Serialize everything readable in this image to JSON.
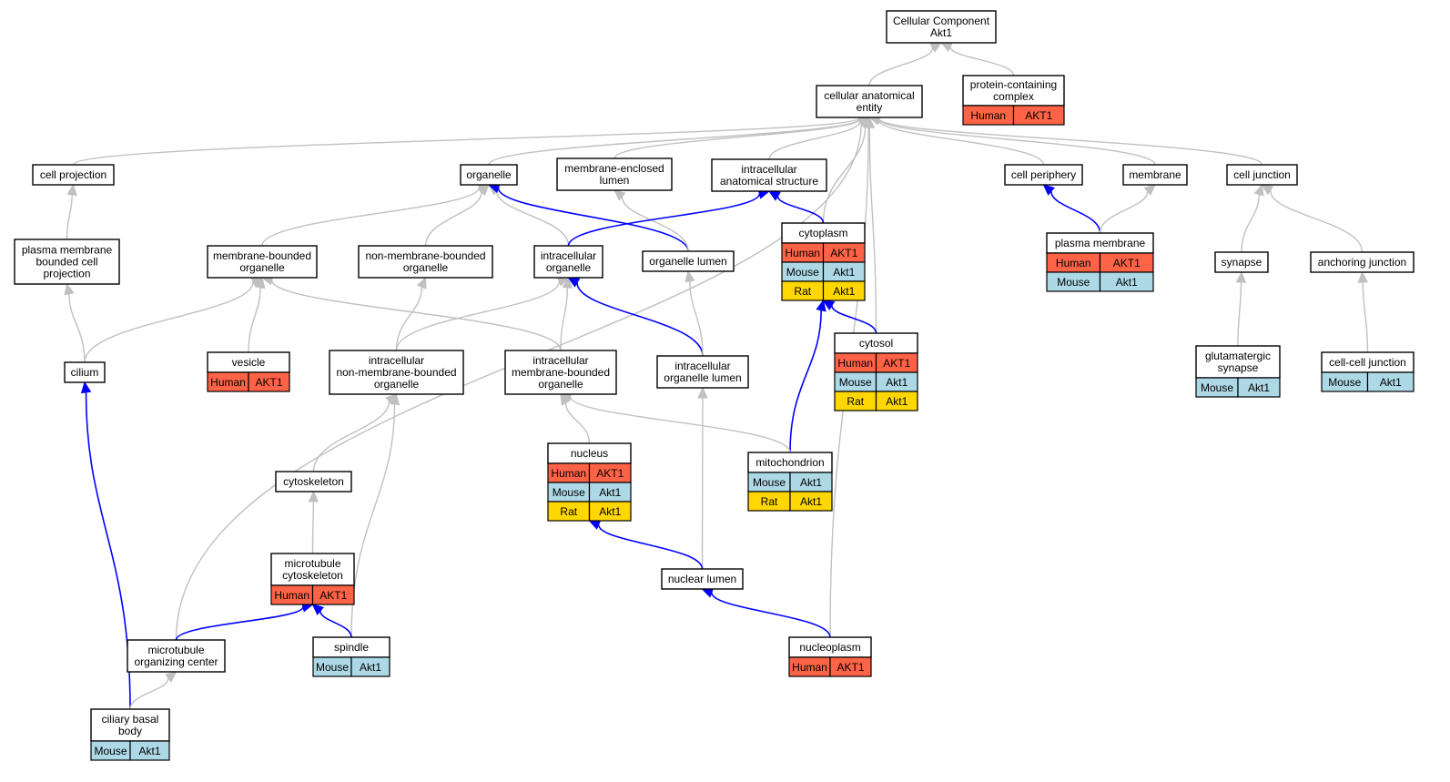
{
  "colors": {
    "Human": "#ff6347",
    "Mouse": "#add8e6",
    "Rat": "#ffd700",
    "edge_is_a": "#c0c0c0",
    "edge_part_of": "#0000ff"
  },
  "nodes": [
    {
      "id": "root",
      "lines": [
        "Cellular Component",
        "Akt1"
      ]
    },
    {
      "id": "pcc",
      "lines": [
        "protein-containing",
        "complex"
      ],
      "annotations": [
        [
          "Human",
          "AKT1"
        ]
      ]
    },
    {
      "id": "cae",
      "lines": [
        "cellular anatomical",
        "entity"
      ]
    },
    {
      "id": "cellproj",
      "lines": [
        "cell projection"
      ]
    },
    {
      "id": "organelle",
      "lines": [
        "organelle"
      ]
    },
    {
      "id": "menc_lumen",
      "lines": [
        "membrane-enclosed",
        "lumen"
      ]
    },
    {
      "id": "ias",
      "lines": [
        "intracellular",
        "anatomical structure"
      ]
    },
    {
      "id": "cellperiph",
      "lines": [
        "cell periphery"
      ]
    },
    {
      "id": "membrane",
      "lines": [
        "membrane"
      ]
    },
    {
      "id": "celljunc",
      "lines": [
        "cell junction"
      ]
    },
    {
      "id": "pmbcp",
      "lines": [
        "plasma membrane",
        "bounded cell",
        "projection"
      ]
    },
    {
      "id": "mbo",
      "lines": [
        "membrane-bounded",
        "organelle"
      ]
    },
    {
      "id": "nmbo",
      "lines": [
        "non-membrane-bounded",
        "organelle"
      ]
    },
    {
      "id": "io",
      "lines": [
        "intracellular",
        "organelle"
      ]
    },
    {
      "id": "olumen",
      "lines": [
        "organelle lumen"
      ]
    },
    {
      "id": "cytoplasm",
      "lines": [
        "cytoplasm"
      ],
      "annotations": [
        [
          "Human",
          "AKT1"
        ],
        [
          "Mouse",
          "Akt1"
        ],
        [
          "Rat",
          "Akt1"
        ]
      ]
    },
    {
      "id": "pm",
      "lines": [
        "plasma membrane"
      ],
      "annotations": [
        [
          "Human",
          "AKT1"
        ],
        [
          "Mouse",
          "Akt1"
        ]
      ]
    },
    {
      "id": "synapse",
      "lines": [
        "synapse"
      ]
    },
    {
      "id": "anchjunc",
      "lines": [
        "anchoring junction"
      ]
    },
    {
      "id": "cilium",
      "lines": [
        "cilium"
      ]
    },
    {
      "id": "vesicle",
      "lines": [
        "vesicle"
      ],
      "annotations": [
        [
          "Human",
          "AKT1"
        ]
      ]
    },
    {
      "id": "inmbo",
      "lines": [
        "intracellular",
        "non-membrane-bounded",
        "organelle"
      ]
    },
    {
      "id": "imbo",
      "lines": [
        "intracellular",
        "membrane-bounded",
        "organelle"
      ]
    },
    {
      "id": "iolumen",
      "lines": [
        "intracellular",
        "organelle lumen"
      ]
    },
    {
      "id": "cytosol",
      "lines": [
        "cytosol"
      ],
      "annotations": [
        [
          "Human",
          "AKT1"
        ],
        [
          "Mouse",
          "Akt1"
        ],
        [
          "Rat",
          "Akt1"
        ]
      ]
    },
    {
      "id": "glusyn",
      "lines": [
        "glutamatergic",
        "synapse"
      ],
      "annotations": [
        [
          "Mouse",
          "Akt1"
        ]
      ]
    },
    {
      "id": "ccjunc",
      "lines": [
        "cell-cell junction"
      ],
      "annotations": [
        [
          "Mouse",
          "Akt1"
        ]
      ]
    },
    {
      "id": "nucleus",
      "lines": [
        "nucleus"
      ],
      "annotations": [
        [
          "Human",
          "AKT1"
        ],
        [
          "Mouse",
          "Akt1"
        ],
        [
          "Rat",
          "Akt1"
        ]
      ]
    },
    {
      "id": "mito",
      "lines": [
        "mitochondrion"
      ],
      "annotations": [
        [
          "Mouse",
          "Akt1"
        ],
        [
          "Rat",
          "Akt1"
        ]
      ]
    },
    {
      "id": "cytoskel",
      "lines": [
        "cytoskeleton"
      ]
    },
    {
      "id": "mtcyto",
      "lines": [
        "microtubule",
        "cytoskeleton"
      ],
      "annotations": [
        [
          "Human",
          "AKT1"
        ]
      ]
    },
    {
      "id": "nlumen",
      "lines": [
        "nuclear lumen"
      ]
    },
    {
      "id": "spindle",
      "lines": [
        "spindle"
      ],
      "annotations": [
        [
          "Mouse",
          "Akt1"
        ]
      ]
    },
    {
      "id": "mtoc",
      "lines": [
        "microtubule",
        "organizing center"
      ]
    },
    {
      "id": "nucleoplasm",
      "lines": [
        "nucleoplasm"
      ],
      "annotations": [
        [
          "Human",
          "AKT1"
        ]
      ]
    },
    {
      "id": "cbb",
      "lines": [
        "ciliary basal",
        "body"
      ],
      "annotations": [
        [
          "Mouse",
          "Akt1"
        ]
      ]
    }
  ],
  "edges": [
    {
      "from": "pcc",
      "to": "root",
      "type": "is_a"
    },
    {
      "from": "cae",
      "to": "root",
      "type": "is_a"
    },
    {
      "from": "cellproj",
      "to": "cae",
      "type": "is_a"
    },
    {
      "from": "organelle",
      "to": "cae",
      "type": "is_a"
    },
    {
      "from": "menc_lumen",
      "to": "cae",
      "type": "is_a"
    },
    {
      "from": "ias",
      "to": "cae",
      "type": "is_a"
    },
    {
      "from": "cellperiph",
      "to": "cae",
      "type": "is_a"
    },
    {
      "from": "membrane",
      "to": "cae",
      "type": "is_a"
    },
    {
      "from": "celljunc",
      "to": "cae",
      "type": "is_a"
    },
    {
      "from": "cytoplasm",
      "to": "cae",
      "type": "is_a"
    },
    {
      "from": "cytosol",
      "to": "cae",
      "type": "is_a"
    },
    {
      "from": "nucleoplasm",
      "to": "cae",
      "type": "is_a"
    },
    {
      "from": "mtoc",
      "to": "cae",
      "type": "is_a"
    },
    {
      "from": "pmbcp",
      "to": "cellproj",
      "type": "is_a"
    },
    {
      "from": "mbo",
      "to": "organelle",
      "type": "is_a"
    },
    {
      "from": "nmbo",
      "to": "organelle",
      "type": "is_a"
    },
    {
      "from": "io",
      "to": "organelle",
      "type": "is_a"
    },
    {
      "from": "olumen",
      "to": "organelle",
      "type": "part_of"
    },
    {
      "from": "olumen",
      "to": "menc_lumen",
      "type": "is_a"
    },
    {
      "from": "io",
      "to": "ias",
      "type": "part_of"
    },
    {
      "from": "cytoplasm",
      "to": "ias",
      "type": "part_of"
    },
    {
      "from": "pm",
      "to": "cellperiph",
      "type": "part_of"
    },
    {
      "from": "pm",
      "to": "membrane",
      "type": "is_a"
    },
    {
      "from": "synapse",
      "to": "celljunc",
      "type": "is_a"
    },
    {
      "from": "anchjunc",
      "to": "celljunc",
      "type": "is_a"
    },
    {
      "from": "cilium",
      "to": "pmbcp",
      "type": "is_a"
    },
    {
      "from": "cilium",
      "to": "mbo",
      "type": "is_a"
    },
    {
      "from": "vesicle",
      "to": "mbo",
      "type": "is_a"
    },
    {
      "from": "imbo",
      "to": "mbo",
      "type": "is_a"
    },
    {
      "from": "inmbo",
      "to": "nmbo",
      "type": "is_a"
    },
    {
      "from": "inmbo",
      "to": "io",
      "type": "is_a"
    },
    {
      "from": "imbo",
      "to": "io",
      "type": "is_a"
    },
    {
      "from": "iolumen",
      "to": "io",
      "type": "part_of"
    },
    {
      "from": "iolumen",
      "to": "olumen",
      "type": "is_a"
    },
    {
      "from": "cytosol",
      "to": "cytoplasm",
      "type": "part_of"
    },
    {
      "from": "mito",
      "to": "cytoplasm",
      "type": "part_of"
    },
    {
      "from": "glusyn",
      "to": "synapse",
      "type": "is_a"
    },
    {
      "from": "ccjunc",
      "to": "anchjunc",
      "type": "is_a"
    },
    {
      "from": "cbb",
      "to": "cilium",
      "type": "part_of"
    },
    {
      "from": "nucleus",
      "to": "imbo",
      "type": "is_a"
    },
    {
      "from": "mito",
      "to": "imbo",
      "type": "is_a"
    },
    {
      "from": "cytoskel",
      "to": "inmbo",
      "type": "is_a"
    },
    {
      "from": "spindle",
      "to": "inmbo",
      "type": "is_a"
    },
    {
      "from": "nlumen",
      "to": "iolumen",
      "type": "is_a"
    },
    {
      "from": "nlumen",
      "to": "nucleus",
      "type": "part_of"
    },
    {
      "from": "mtcyto",
      "to": "cytoskel",
      "type": "is_a"
    },
    {
      "from": "spindle",
      "to": "mtcyto",
      "type": "part_of"
    },
    {
      "from": "mtoc",
      "to": "mtcyto",
      "type": "part_of"
    },
    {
      "from": "nucleoplasm",
      "to": "nlumen",
      "type": "part_of"
    },
    {
      "from": "cbb",
      "to": "mtoc",
      "type": "is_a"
    }
  ]
}
